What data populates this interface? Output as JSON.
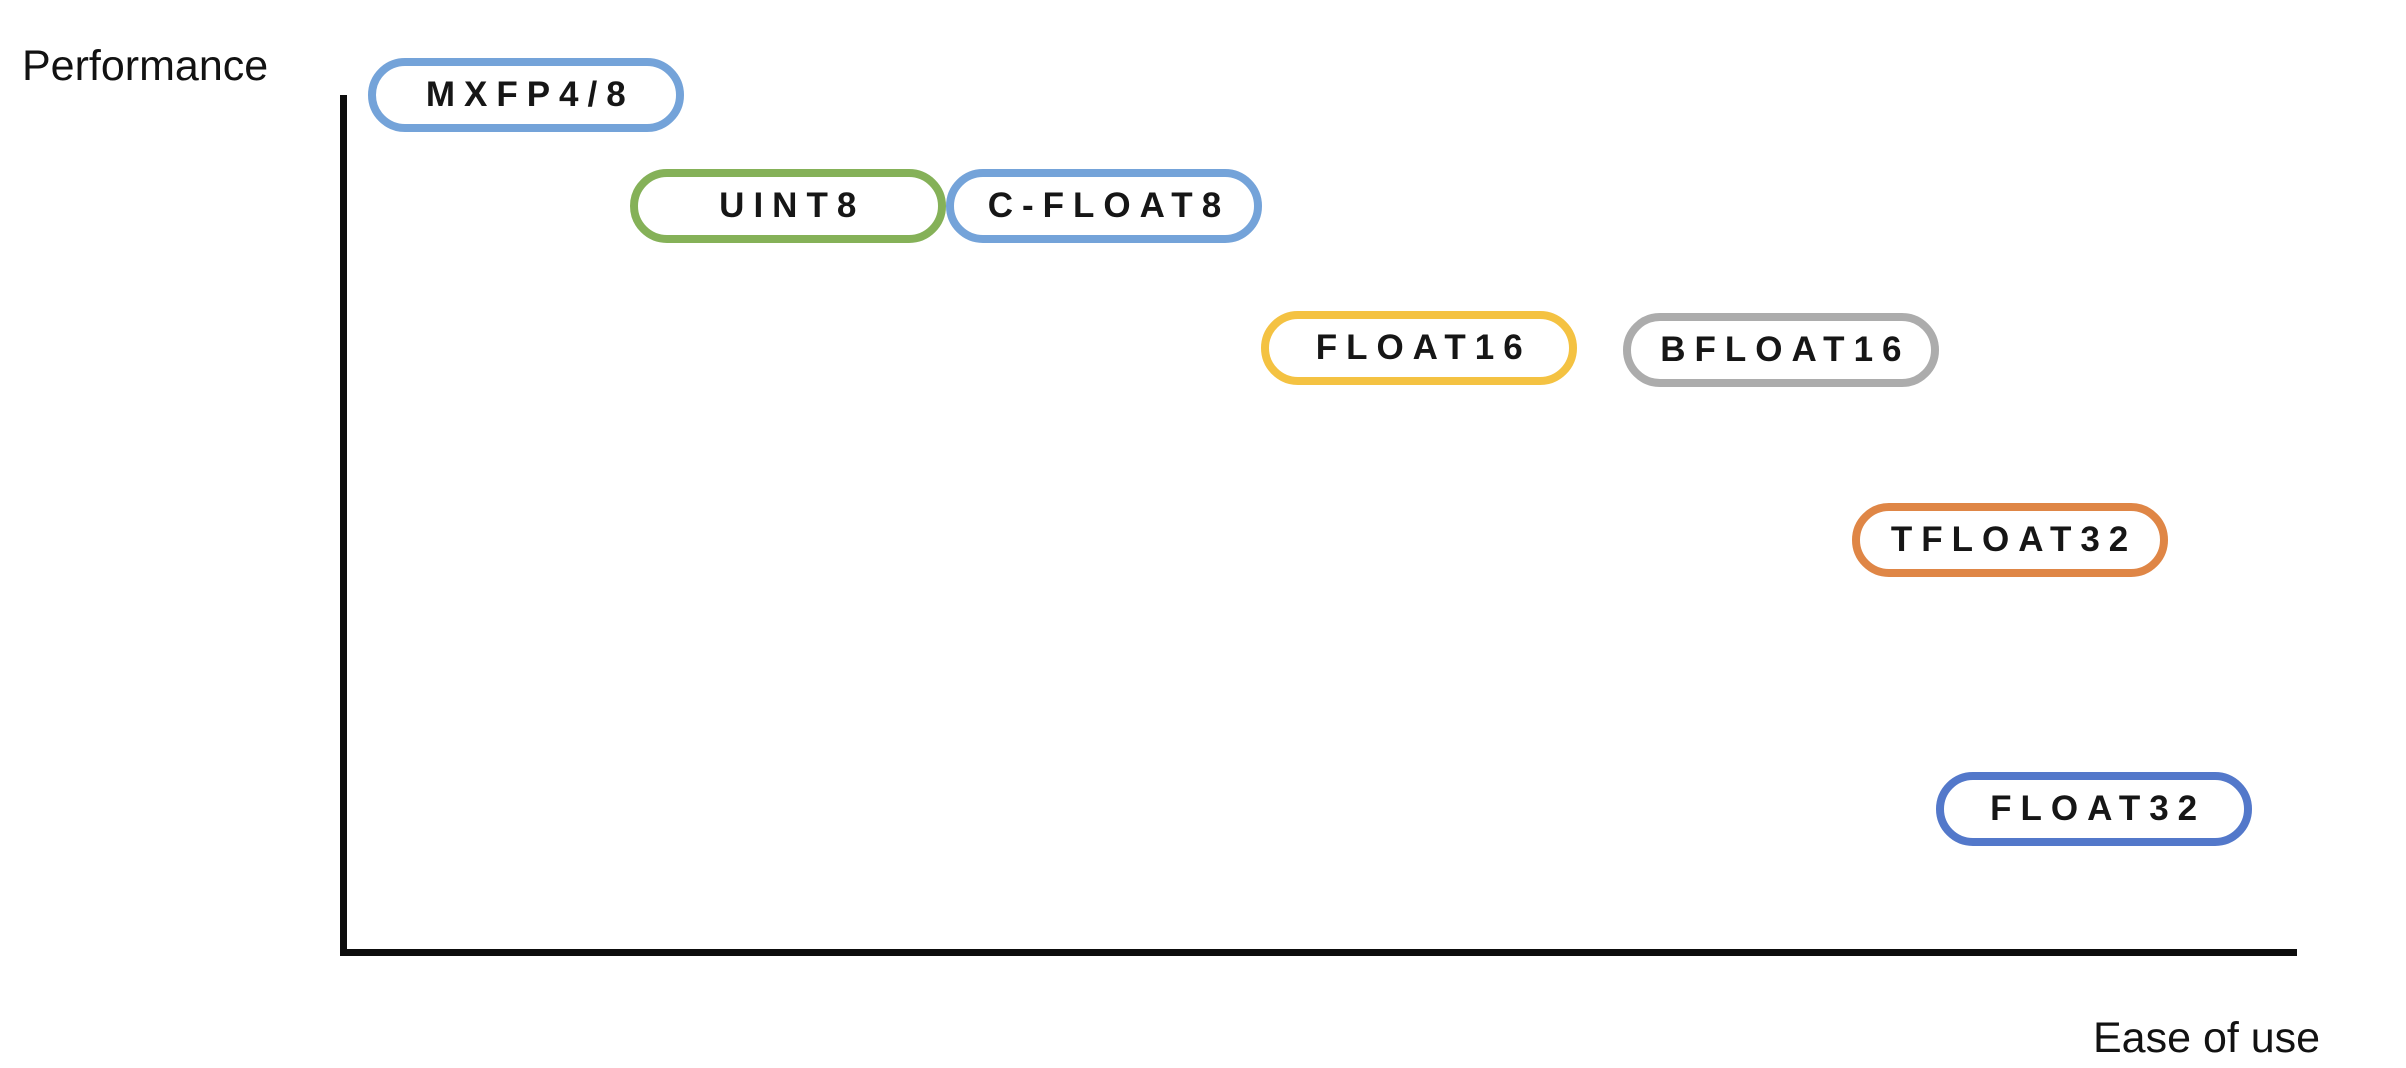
{
  "chart_data": {
    "type": "scatter",
    "title": "",
    "xlabel": "Ease of use",
    "ylabel": "Performance",
    "x_range": [
      0,
      100
    ],
    "y_range": [
      0,
      100
    ],
    "grid": false,
    "legend": "none",
    "description": "Qualitative comparison of numeric data formats: performance versus ease of use. Each point is a rounded pill outlined in a category color on a white background with plain black L-shaped axes.",
    "points": [
      {
        "label": "MXFP4/8",
        "ease": 9,
        "performance": 100,
        "color": "#74A3D9",
        "x_pct": 9.4,
        "y_pct": 0.0
      },
      {
        "label": "UINT8",
        "ease": 23,
        "performance": 87,
        "color": "#85B158",
        "x_pct": 22.8,
        "y_pct": 12.9
      },
      {
        "label": "C-FLOAT8",
        "ease": 39,
        "performance": 87,
        "color": "#74A3D9",
        "x_pct": 39.0,
        "y_pct": 12.9
      },
      {
        "label": "FLOAT16",
        "ease": 55,
        "performance": 70,
        "color": "#F4C242",
        "x_pct": 55.1,
        "y_pct": 29.5
      },
      {
        "label": "BFLOAT16",
        "ease": 74,
        "performance": 70,
        "color": "#ACACAC",
        "x_pct": 73.6,
        "y_pct": 29.7
      },
      {
        "label": "TFLOAT32",
        "ease": 85,
        "performance": 48,
        "color": "#DF8646",
        "x_pct": 85.3,
        "y_pct": 51.9
      },
      {
        "label": "FLOAT32",
        "ease": 90,
        "performance": 17,
        "color": "#5378CA",
        "x_pct": 89.6,
        "y_pct": 83.2
      }
    ],
    "axis_color": "#0d0d0d",
    "text_color": "#121212"
  }
}
